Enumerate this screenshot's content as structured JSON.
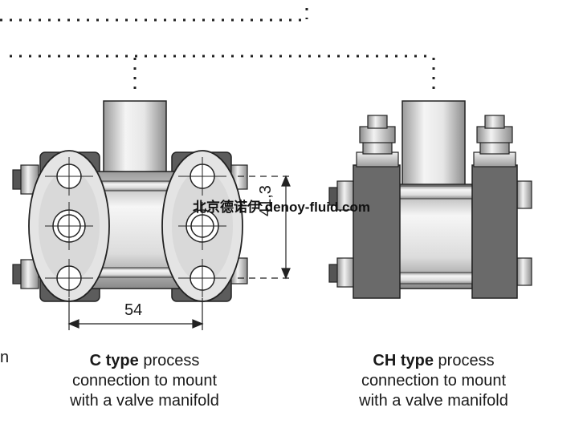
{
  "dimensions": {
    "width_label": "54",
    "height_label": "41,3"
  },
  "left_caption": {
    "type_bold": "C type",
    "line1_rest": " process",
    "line2": "connection to mount",
    "line3": "with a valve manifold"
  },
  "right_caption": {
    "type_bold": "CH type",
    "line1_rest": " process",
    "line2": "connection to mount",
    "line3": "with a valve manifold"
  },
  "watermark": "北京德诺伊 denoy-fluid.com",
  "cut_text": "n",
  "colors": {
    "steel_light": "#f2f2f2",
    "steel_dark": "#8a8a8a",
    "flange_dark": "#5a5a5a",
    "outline": "#222222"
  }
}
